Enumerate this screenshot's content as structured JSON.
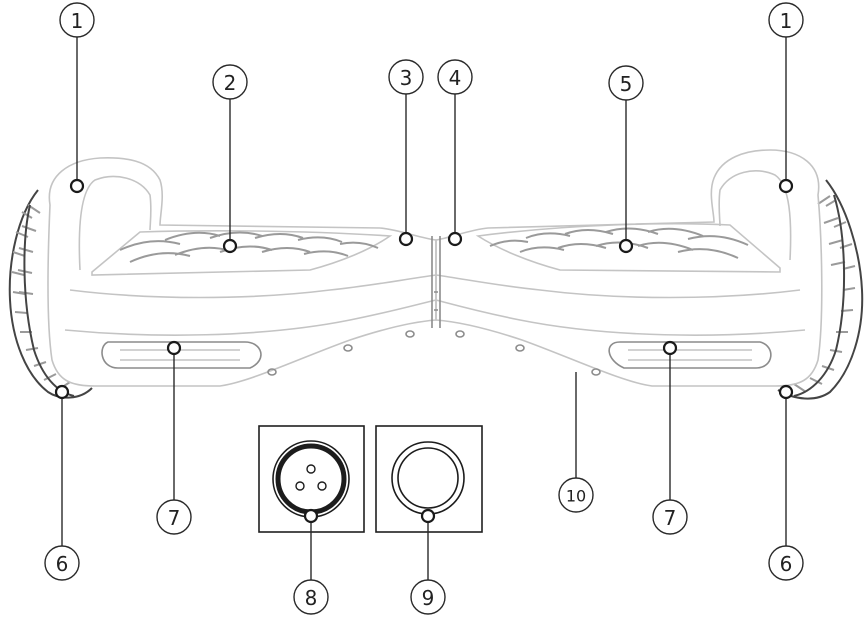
{
  "diagram": {
    "subject": "hoverboard",
    "callouts": [
      "1",
      "1",
      "2",
      "3",
      "4",
      "5",
      "6",
      "6",
      "7",
      "7",
      "8",
      "9",
      "10"
    ]
  }
}
